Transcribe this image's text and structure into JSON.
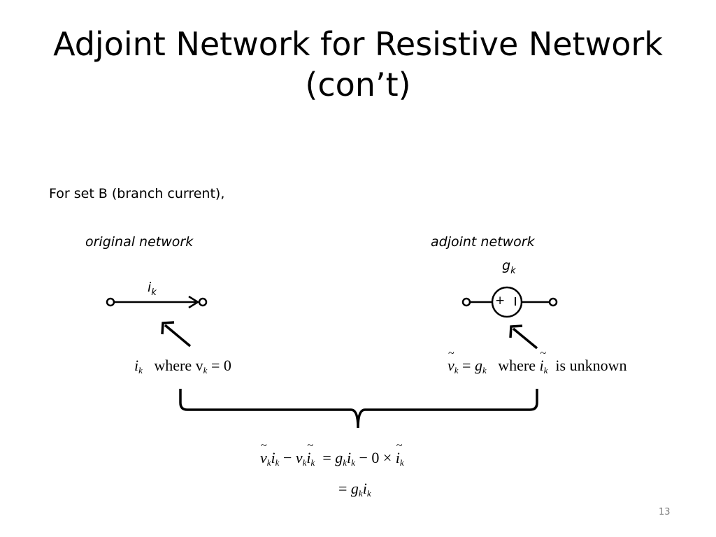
{
  "slide": {
    "title_line1": "Adjoint Network for Resistive Network",
    "title_line2": "(con’t)",
    "intro_text": "For set B (branch current),",
    "page_number": "13"
  },
  "original": {
    "label": "original network",
    "current_symbol": "i",
    "current_subscript": "k",
    "condition": {
      "var": "i",
      "sub": "k",
      "where": "where",
      "v": "v",
      "v_sub": "k",
      "eq": "= 0"
    }
  },
  "adjoint": {
    "label": "adjoint network",
    "source_symbol": "g",
    "source_subscript": "k",
    "plus_sign": "+",
    "minus_sign": "−",
    "condition": {
      "v": "v",
      "v_sub": "k",
      "eq": "=",
      "g": "g",
      "g_sub": "k",
      "where": "where",
      "i": "i",
      "i_sub": "k",
      "tail": "is unknown"
    }
  },
  "result": {
    "line1": {
      "v1": "v",
      "s1": "k",
      "i1": "i",
      "s2": "k",
      "minus": "−",
      "v2": "v",
      "s3": "k",
      "i2": "i",
      "s4": "k",
      "eq": "=",
      "g": "g",
      "s5": "k",
      "i3": "i",
      "s6": "k",
      "times": "− 0 ×",
      "i4": "i",
      "s7": "k"
    },
    "line2": {
      "eq": "=",
      "g": "g",
      "s1": "k",
      "i": "i",
      "s2": "k"
    }
  }
}
